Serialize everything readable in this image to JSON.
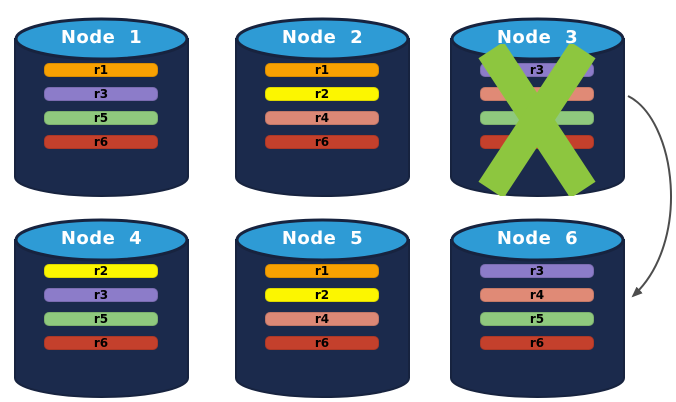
{
  "nodes": [
    {
      "title": "Node 1",
      "rows": [
        {
          "label": "r1",
          "color": "#F8A102"
        },
        {
          "label": "r3",
          "color": "#8C7CC9"
        },
        {
          "label": "r5",
          "color": "#8FC97E"
        },
        {
          "label": "r6",
          "color": "#C4402C"
        }
      ]
    },
    {
      "title": "Node 2",
      "rows": [
        {
          "label": "r1",
          "color": "#F8A102"
        },
        {
          "label": "r2",
          "color": "#FCF600"
        },
        {
          "label": "r4",
          "color": "#DC8876"
        },
        {
          "label": "r6",
          "color": "#C4402C"
        }
      ]
    },
    {
      "title": "Node 3",
      "failed": true,
      "rows": [
        {
          "label": "r3",
          "color": "#8C7CC9"
        },
        {
          "label": "",
          "color": "#E08A76"
        },
        {
          "label": "",
          "color": "#8FC97E"
        },
        {
          "label": "",
          "color": "#C4402C"
        }
      ]
    },
    {
      "title": "Node 4",
      "rows": [
        {
          "label": "r2",
          "color": "#FCF600"
        },
        {
          "label": "r3",
          "color": "#8C7CC9"
        },
        {
          "label": "r5",
          "color": "#8FC97E"
        },
        {
          "label": "r6",
          "color": "#C4402C"
        }
      ]
    },
    {
      "title": "Node 5",
      "rows": [
        {
          "label": "r1",
          "color": "#F8A102"
        },
        {
          "label": "r2",
          "color": "#FCF600"
        },
        {
          "label": "r4",
          "color": "#DC8876"
        },
        {
          "label": "r6",
          "color": "#C4402C"
        }
      ]
    },
    {
      "title": "Node 6",
      "rows": [
        {
          "label": "r3",
          "color": "#8C7CC9"
        },
        {
          "label": "r4",
          "color": "#E08A76"
        },
        {
          "label": "r5",
          "color": "#8FC97E"
        },
        {
          "label": "r6",
          "color": "#C4402C"
        }
      ]
    }
  ],
  "failure_mark": {
    "node": "Node 3",
    "icon": "x-mark"
  },
  "arrow": {
    "from": "Node 3",
    "to": "Node 6"
  },
  "palette": {
    "cylinder-body": "#1B2A4C",
    "cylinder-top": "#2E9BD5",
    "cylinder-edge": "#17233F",
    "x-mark": "#8DC63F",
    "arrow": "#4D4D4D"
  }
}
